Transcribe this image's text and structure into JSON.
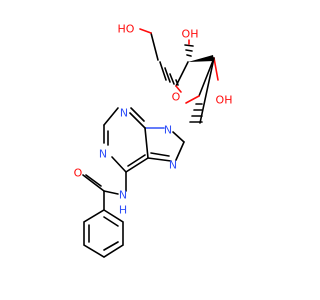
{
  "molecule": {
    "colors": {
      "carbon": "#000000",
      "nitrogen": "#3050F8",
      "oxygen": "#FF0D0D"
    },
    "labels": {
      "ho_top": "HO",
      "oh_c3": "OH",
      "oh_c2": "OH",
      "o_ring": "O",
      "n9": "N",
      "n3": "N",
      "n1": "N",
      "n7": "N",
      "nh": "N",
      "h_nh": "H",
      "o_carbonyl": "O"
    }
  }
}
